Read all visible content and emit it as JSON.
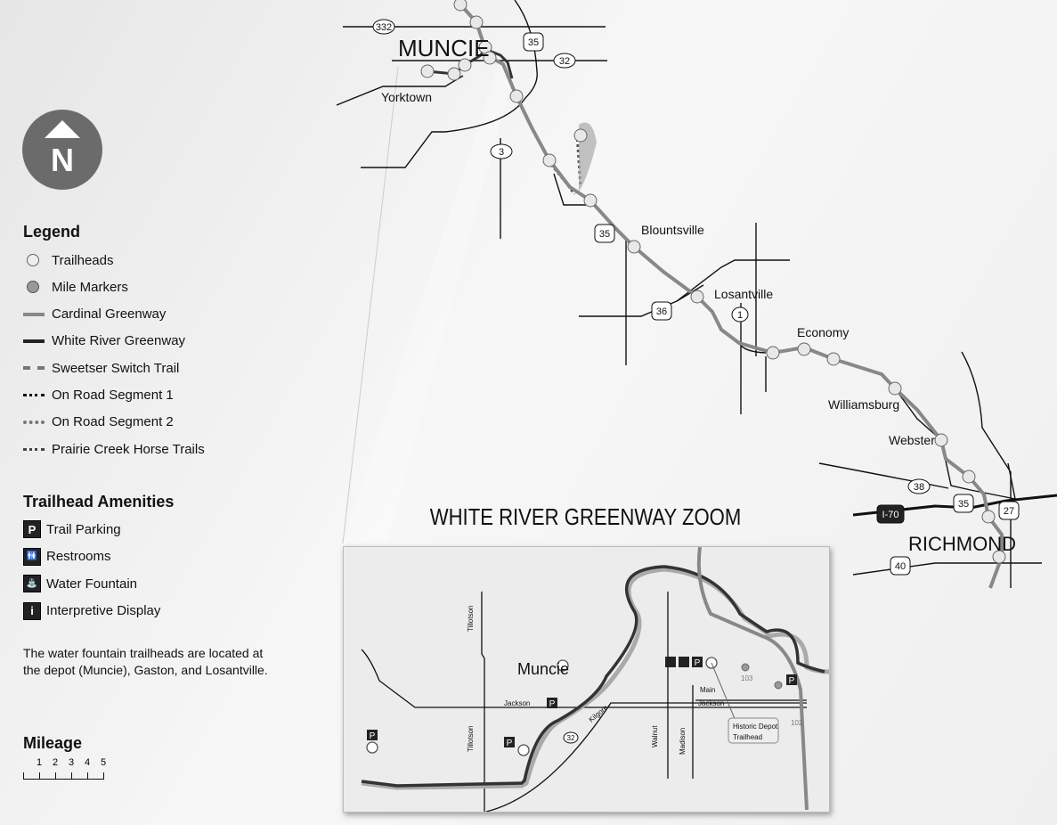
{
  "compass": {
    "label": "N"
  },
  "legend": {
    "title": "Legend",
    "items": [
      {
        "label": "Trailheads",
        "style": "trailhead"
      },
      {
        "label": "Mile Markers",
        "style": "milemarker"
      },
      {
        "label": "Cardinal Greenway",
        "style": "cardinal"
      },
      {
        "label": "White River Greenway",
        "style": "whiteriver"
      },
      {
        "label": "Sweetser Switch Trail",
        "style": "sweetser"
      },
      {
        "label": "On Road Segment 1",
        "style": "road1"
      },
      {
        "label": "On Road Segment 2",
        "style": "road2"
      },
      {
        "label": "Prairie Creek Horse Trails",
        "style": "prairie"
      }
    ]
  },
  "amenities": {
    "title": "Trailhead Amenities",
    "items": [
      {
        "icon": "P",
        "label": "Trail Parking"
      },
      {
        "icon": "🚻",
        "label": "Restrooms"
      },
      {
        "icon": "⛲",
        "label": "Water Fountain"
      },
      {
        "icon": "i",
        "label": "Interpretive Display"
      }
    ]
  },
  "note": "The water fountain trailheads are located at the depot (Muncie), Gaston, and Losantville.",
  "mileage": {
    "title": "Mileage",
    "ticks": [
      "1",
      "2",
      "3",
      "4",
      "5"
    ]
  },
  "map": {
    "places": {
      "muncie": "MUNCIE",
      "yorktown": "Yorktown",
      "blountsville": "Blountsville",
      "losantville": "Losantville",
      "economy": "Economy",
      "williamsburg": "Williamsburg",
      "webster": "Webster",
      "richmond": "RICHMOND"
    },
    "routes": {
      "r332": "332",
      "r35a": "35",
      "r32": "32",
      "r3": "3",
      "r35b": "35",
      "r36": "36",
      "r1": "1",
      "r38": "38",
      "r35c": "35",
      "r27": "27",
      "i70": "I-70",
      "r40": "40"
    }
  },
  "inset": {
    "title": "WHITE RIVER GREENWAY ZOOM",
    "city": "Muncie",
    "streets": {
      "tillotson1": "Tillotson",
      "tillotson2": "Tillotson",
      "jackson1": "Jackson",
      "jackson2": "Jackson",
      "main": "Main",
      "kilgore": "Kilgore",
      "walnut": "Walnut",
      "madison": "Madison"
    },
    "route": "32",
    "markers": {
      "m103": "103",
      "m102": "102"
    },
    "callout_line1": "Historic Depot",
    "callout_line2": "Trailhead",
    "parking": "P"
  }
}
